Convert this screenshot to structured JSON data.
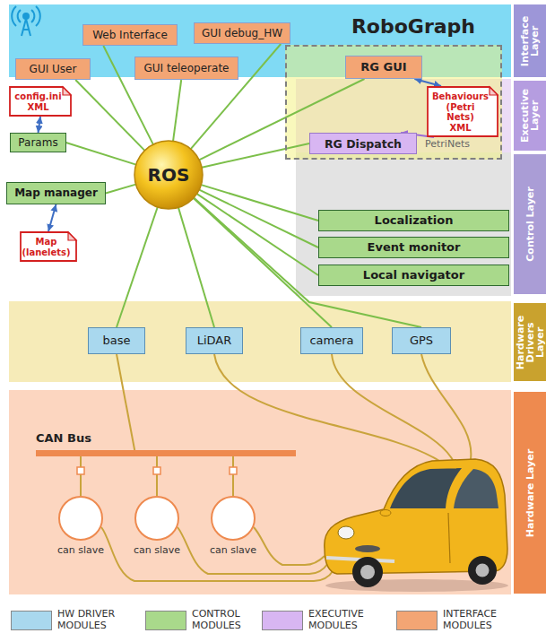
{
  "diagram": {
    "nodes": [
      {
        "text": [
          "Web Interface"
        ]
      },
      {
        "text": [
          "GUI debug_HW"
        ]
      },
      {
        "text": [
          "GUI User"
        ]
      },
      {
        "text": [
          "GUI teleoperate"
        ]
      },
      {
        "text": [
          "RoboGraph"
        ]
      },
      {
        "text": [
          "RG GUI"
        ],
        "in": 4
      },
      {
        "text": [
          "Behaviours (Petri Nets)",
          "XML"
        ],
        "in": 4
      },
      {
        "text": [
          "RG Dispatch"
        ],
        "in": 4
      },
      {
        "text": [
          "Interface Layer"
        ]
      },
      {
        "text": [
          "Executive Layer"
        ]
      },
      {
        "text": [
          "config.ini",
          "XML"
        ]
      },
      {
        "text": [
          "Params"
        ]
      },
      {
        "text": [
          "ROS"
        ]
      },
      {
        "text": [
          "Map manager"
        ]
      },
      {
        "text": [
          "Localization"
        ]
      },
      {
        "text": [
          "Event monitor"
        ]
      },
      {
        "text": [
          "Local navigator"
        ]
      },
      {
        "text": [
          "Control Layer"
        ]
      },
      {
        "text": [
          "Map (lanelets)"
        ]
      },
      {
        "text": [
          "base"
        ]
      },
      {
        "text": [
          "LiDAR"
        ]
      },
      {
        "text": [
          "camera"
        ]
      },
      {
        "text": [
          "GPS"
        ]
      },
      {
        "text": [
          "Hardware Drivers Layer"
        ]
      },
      {
        "text": [
          "CAN Bus"
        ]
      },
      {
        "text": [
          "can slave"
        ]
      },
      {
        "text": [
          "can slave"
        ]
      },
      {
        "text": [
          "can slave"
        ]
      },
      {
        "text": [
          "Hardware Layer"
        ]
      }
    ],
    "edges": [
      {
        "from": 12,
        "to": 0,
        "arrow": "none"
      },
      {
        "from": 12,
        "to": 1,
        "arrow": "none"
      },
      {
        "from": 12,
        "to": 2,
        "arrow": "none"
      },
      {
        "from": 12,
        "to": 3,
        "arrow": "none"
      },
      {
        "from": 12,
        "to": 5,
        "arrow": "none"
      },
      {
        "from": 12,
        "to": 7,
        "arrow": "none"
      },
      {
        "from": 12,
        "to": 14,
        "arrow": "none"
      },
      {
        "from": 12,
        "to": 15,
        "arrow": "none"
      },
      {
        "from": 12,
        "to": 16,
        "arrow": "none"
      },
      {
        "from": 12,
        "to": 11,
        "arrow": "none"
      },
      {
        "from": 12,
        "to": 13,
        "arrow": "none"
      },
      {
        "from": 12,
        "to": 19,
        "arrow": "none"
      },
      {
        "from": 12,
        "to": 20,
        "arrow": "none"
      },
      {
        "from": 12,
        "to": 21,
        "arrow": "none"
      },
      {
        "from": 12,
        "to": 22,
        "arrow": "none"
      },
      {
        "from": 10,
        "to": 11,
        "arrow": "both"
      },
      {
        "from": 13,
        "to": 18,
        "arrow": "both"
      },
      {
        "from": 5,
        "to": 6,
        "arrow": "both"
      },
      {
        "from": 6,
        "to": 7,
        "arrow": "to"
      },
      {
        "from": 19,
        "to": 24,
        "arrow": "none"
      },
      {
        "from": 24,
        "to": 25,
        "arrow": "none"
      },
      {
        "from": 24,
        "to": 26,
        "arrow": "none"
      },
      {
        "from": 24,
        "to": 27,
        "arrow": "none"
      }
    ],
    "labels": [
      "PetriNets"
    ],
    "legend": [
      {
        "text": "HW DRIVER MODULES",
        "color": "#a9d8ee"
      },
      {
        "text": "CONTROL MODULES",
        "color": "#a9d98b"
      },
      {
        "text": "EXECUTIVE MODULES",
        "color": "#d8b6f2"
      },
      {
        "text": "INTERFACE MODULES",
        "color": "#f3a574"
      }
    ]
  }
}
